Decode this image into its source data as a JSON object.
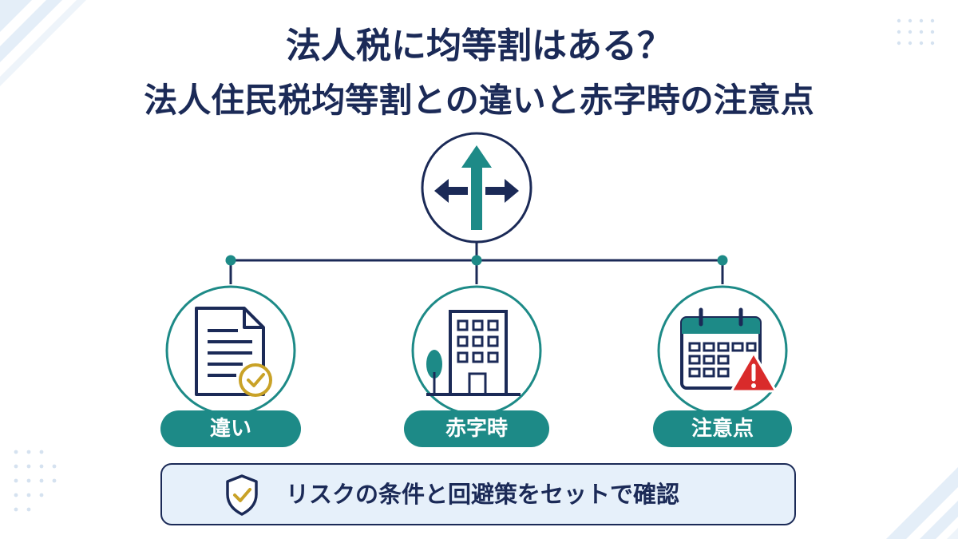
{
  "title": {
    "line1": "法人税に均等割はある？",
    "line2": "法人住民税均等割との違いと赤字時の注意点"
  },
  "hub": {
    "icon": "direction-arrows-icon"
  },
  "branches": [
    {
      "label": "違い",
      "icon": "document-check-icon"
    },
    {
      "label": "赤字時",
      "icon": "office-building-icon"
    },
    {
      "label": "注意点",
      "icon": "calendar-warning-icon"
    }
  ],
  "callout": {
    "text": "リスクの条件と回避策をセットで確認",
    "icon": "shield-check-icon"
  },
  "colors": {
    "navy": "#1b2a57",
    "teal": "#1d8a87",
    "gold": "#c9a227",
    "warning_red": "#d92b2b",
    "callout_bg": "#e6f0fa"
  }
}
